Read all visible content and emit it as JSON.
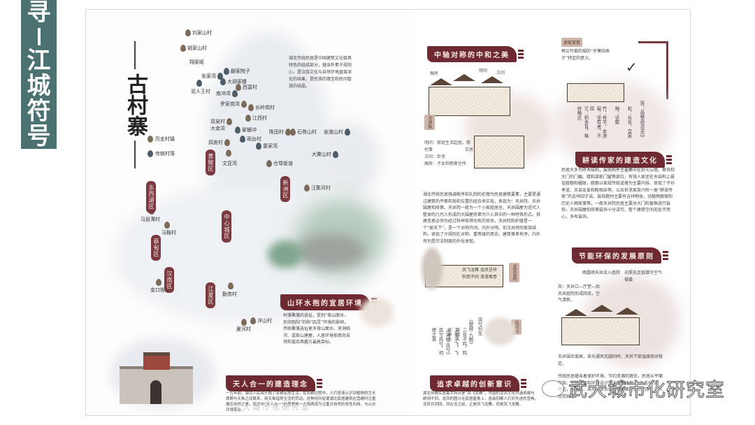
{
  "side_banner": {
    "char1": "寻",
    "chars_rest": [
      "江",
      "城",
      "符",
      "号"
    ]
  },
  "left_page": {
    "title": "古村寨",
    "intro": "湖北传统民居是中国建筑文化极具特色的组成部分，蕴含朴素于规划心，是汉族文化与自然环境直接深化的结果，是民族的瑰宝和民间智慧的结晶。",
    "legend": [
      {
        "label": "历史村镇",
        "color": "#7c6b5a"
      },
      {
        "label": "传统村落",
        "color": "#4d5d68"
      }
    ],
    "districts": [
      "黄陂区",
      "新洲区",
      "东西湖区",
      "中心城区",
      "蔡甸区",
      "汉南区",
      "江夏区"
    ],
    "villages": {
      "historic": [
        "刘家山村",
        "姚家山村",
        "双泉村",
        "大余湾",
        "罗家岗湾",
        "长岭岗村",
        "江西村",
        "陈田村",
        "石骨山村",
        "邱皮村",
        "文亚湾",
        "仓埠街道",
        "汪集河村",
        "马投潭村",
        "马鞍村",
        "金口街道",
        "勤劳村",
        "夏河村",
        "洋山村"
      ],
      "traditional": [
        "翔家岖",
        "翻家院子",
        "张家湾",
        "大胡家楼",
        "泥人王村",
        "南冲湾",
        "西富村",
        "翟栅冲",
        "雨台村",
        "童家湾",
        "张渡山村",
        "大雾山村"
      ]
    },
    "section_environment": {
      "heading": "山环水抱的宜居环境",
      "text": "村落聚落的选址，受到“背山面水、负阴抱阳”的和“四灵”环境的影响，传统聚落选址更多背山面水、夹洞临河、或依山建屋，人居环境依密尚自然和谐且具趣方最高目标。"
    },
    "section_harmony": {
      "heading": "天人合一的建造理念",
      "text": "一万年前，湖北人民就开始了农耕定居生活，在农耕过程中，人们逐渐认识到植物的生长周期与天象之间联系，用天象指导生活的劳动，这种经历促使湖北民居建筑在营建时注重顺应自然之美，民居中“天人合一”的思想是一方面表现为注重对自然的良性利用，与山水环境契合。"
    },
    "watermark": "武大城市化研究室"
  },
  "right_page": {
    "section_symmetry": {
      "heading": "中轴对称的中和之美",
      "labels": {
        "wing": "厢房",
        "main": "明间",
        "side": "次间",
        "courtyard": "天井院"
      },
      "legend_lines": [
        "明间：家庭生活起居、祭祀事",
        "次间：卧室",
        "厢房：子女和晚辈住所"
      ],
      "legend_bracket": "正房",
      "text": "湖北传统民居强调秩序和礼制的伦理为民居建筑要素，主要是通过建筑的平面布局和位置的组合来实现，表现为：天井院、天井围屋和府第。天井院一般为一个小家庭居住，天井围屋为适代人整体的几代人形成的大围屋府第为介入其中的一种特殊形式。其建造者必须为经过科举取得功名的官员。天井院和护厝是一个“家天下”，是一个对称开间，内外分明、前次井然的家族结构，体现了守规则在对称、重等级的意念，建筑尊卑有序，内外有别是宗法制度的外化体现。"
    },
    "section_culture": {
      "tag": "读家某筑",
      "caption": "梅兰竹菊的城的“岁寒四君子”特定的意义。",
      "columns": [
        "兰：积多育，格修畅达",
        "菊：坚有者，不屈",
        "竹：有节，本源",
        "梅：坚毅",
        "松：长年，宜家",
        "莲：品格高洁洁白"
      ],
      "heading": "耕读传家的建造文化",
      "text": "民居大多为砖木结构，装饰构件主要集中在封火山墙、脊饰和大门的门楣、楼和梁栋门窗等部位，有钱人家还在木结构上悬挂匾额和楹联，匾额以家规传统道德为主要内容，体现了子孙孝道、兄弟友爱和睦相亲等。以及祈求家族兴旺一类“耕读传家”的吉祥四字谣。装饰题材主要有吉祥物体，动植物图案和历史人物故事等，一般天井院民居主要对大门和窗框进行装饰，天井围屋和府第装饰十分讲究，整个建筑空间无处不用心，多有装饰。"
    },
    "section_innovation": {
      "tag": "龙凤呈祥",
      "caption": "凤飞龙舞 龙凤呈祥 和而不同 浪漫寓意",
      "tag2": "凤纹饰",
      "columns": [
        "《诗经·凤兮》凤兮凤兮，何德之衰",
        "三年不飞，飞将冲天",
        "三年不鸣，鸣将惊人",
        "《楚辞·九歌》",
        "凤兮何生",
        "凤凰朝阳"
      ],
      "heading": "追求卓越的创新意识",
      "text": "湖北传统民居最大特点是“凤飞龙舞”，中国的龙凤文化内涵卓越与统领不同，龙凤的图示在民居屋脊上，各级别都人们对先进的宣畅，龙凤共同回，凤在龙之前，正是凤飞龙舞，而是凤飞龙舞。"
    },
    "section_eco": {
      "heading": "节能环保的发展原则",
      "notes": [
        "雨露顺天井流入庭院",
        "光照充足抵御冷空气侵袭",
        "风：天井口—厅堂—后天井庭院形成回流，空气清新。",
        "天井围合度高，采光通风优越同时，天井下部温度相对稳定。"
      ],
      "text": "传统民居蕴含着保护环境、节约资源的理念，民居从平面布局、空间组合和环境设计等方面都体现了“生态化”的特征，如通风、采光、供水供暖等方面的设计巧妙，让人感觉舒适。"
    }
  },
  "watermark_overlay": {
    "label": "武大城市化研究室",
    "icon": "wechat-icon"
  }
}
